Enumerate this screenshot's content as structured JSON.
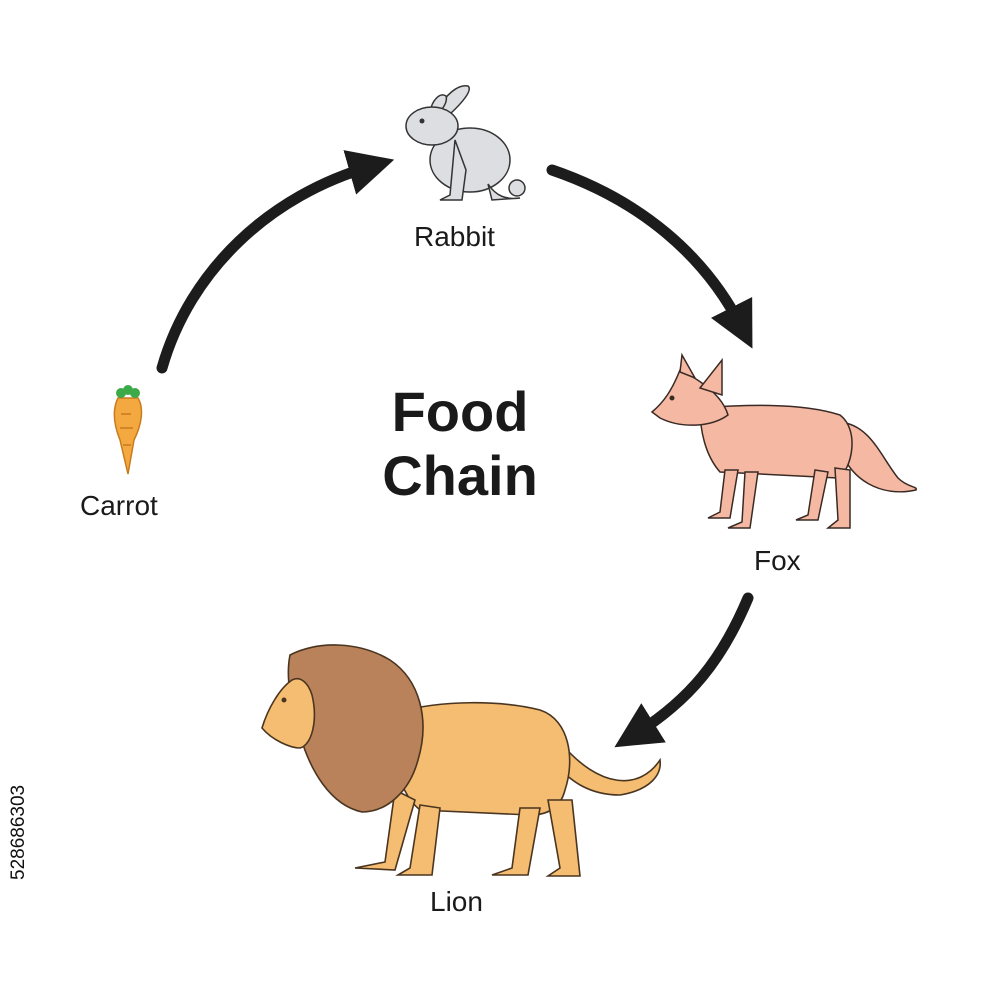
{
  "title": {
    "line1": "Food",
    "line2": "Chain"
  },
  "nodes": [
    {
      "id": "carrot",
      "label": "Carrot",
      "icon": "carrot-icon"
    },
    {
      "id": "rabbit",
      "label": "Rabbit",
      "icon": "rabbit-icon"
    },
    {
      "id": "fox",
      "label": "Fox",
      "icon": "fox-icon"
    },
    {
      "id": "lion",
      "label": "Lion",
      "icon": "lion-icon"
    }
  ],
  "edges": [
    {
      "from": "carrot",
      "to": "rabbit"
    },
    {
      "from": "rabbit",
      "to": "fox"
    },
    {
      "from": "fox",
      "to": "lion"
    }
  ],
  "watermark_id": "528686303",
  "colors": {
    "arrow": "#1c1c1c",
    "carrot": "#f4a940",
    "carrot_leaf": "#3daa4a",
    "rabbit": "#dcdee2",
    "fox": "#f5b9a3",
    "lion_body": "#f5bd72",
    "lion_mane": "#b9825a"
  }
}
